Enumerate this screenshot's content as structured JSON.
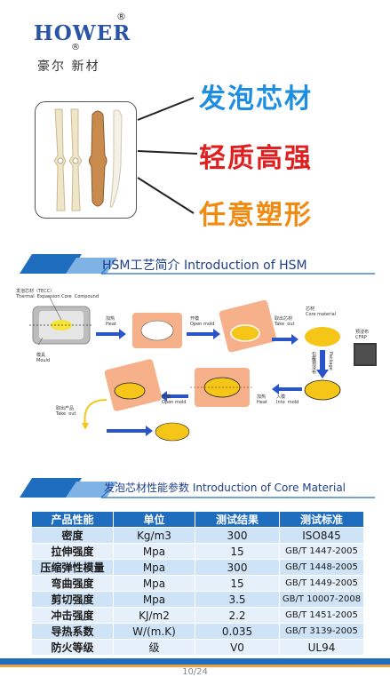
{
  "logo": {
    "wordmark": "HOWER",
    "registered_mark": "®",
    "chinese_name": "豪尔 新材"
  },
  "slogans": [
    {
      "text": "发泡芯材",
      "color": "#1e8ee0"
    },
    {
      "text": "轻质高强",
      "color": "#e02020"
    },
    {
      "text": "任意塑形",
      "color": "#f08a10"
    }
  ],
  "process_section": {
    "title": "HSM工艺简介 Introduction of  HSM",
    "labels": {
      "tecc": "发泡芯材（TECC）\nThermal  Expansion Core  Compound",
      "mould": "模具\nMould",
      "heat1": "加热\nHeat",
      "open1": "开模\nOpen mold",
      "take1": "取出芯材\nTake  out",
      "core_material": "芯材\nCore material",
      "cfrp": "预浸布\nCFRP",
      "package_cn": "包覆预浸布",
      "package_en": "Package",
      "into_mold": "入模\nInto  mold",
      "heat2": "加热\nHeat",
      "open2": "开模\nOpen mold",
      "take2": "取出产品\nTake  out"
    }
  },
  "material_section": {
    "title": "发泡芯材性能参数 Introduction of Core  Material",
    "table": {
      "headers": [
        "产品性能",
        "单位",
        "测试结果",
        "测试标准"
      ],
      "rows": [
        [
          "密度",
          "Kg/m3",
          "300",
          "ISO845"
        ],
        [
          "拉伸强度",
          "Mpa",
          "15",
          "GB/T 1447-2005"
        ],
        [
          "压缩弹性模量",
          "Mpa",
          "300",
          "GB/T 1448-2005"
        ],
        [
          "弯曲强度",
          "Mpa",
          "15",
          "GB/T 1449-2005"
        ],
        [
          "剪切强度",
          "Mpa",
          "3.5",
          "GB/T 10007-2008"
        ],
        [
          "冲击强度",
          "KJ/m2",
          "2.2",
          "GB/T 1451-2005"
        ],
        [
          "导热系数",
          "W/(m.K)",
          "0.035",
          "GB/T 3139-2005"
        ],
        [
          "防火等级",
          "级",
          "V0",
          "UL94"
        ]
      ]
    }
  },
  "footer": {
    "page_indicator": "10/24"
  },
  "colors": {
    "brand_blue": "#1f6dbf",
    "accent_orange": "#f0a040",
    "core_yellow": "#f7c21c",
    "mould_salmon": "#f6b08a"
  }
}
